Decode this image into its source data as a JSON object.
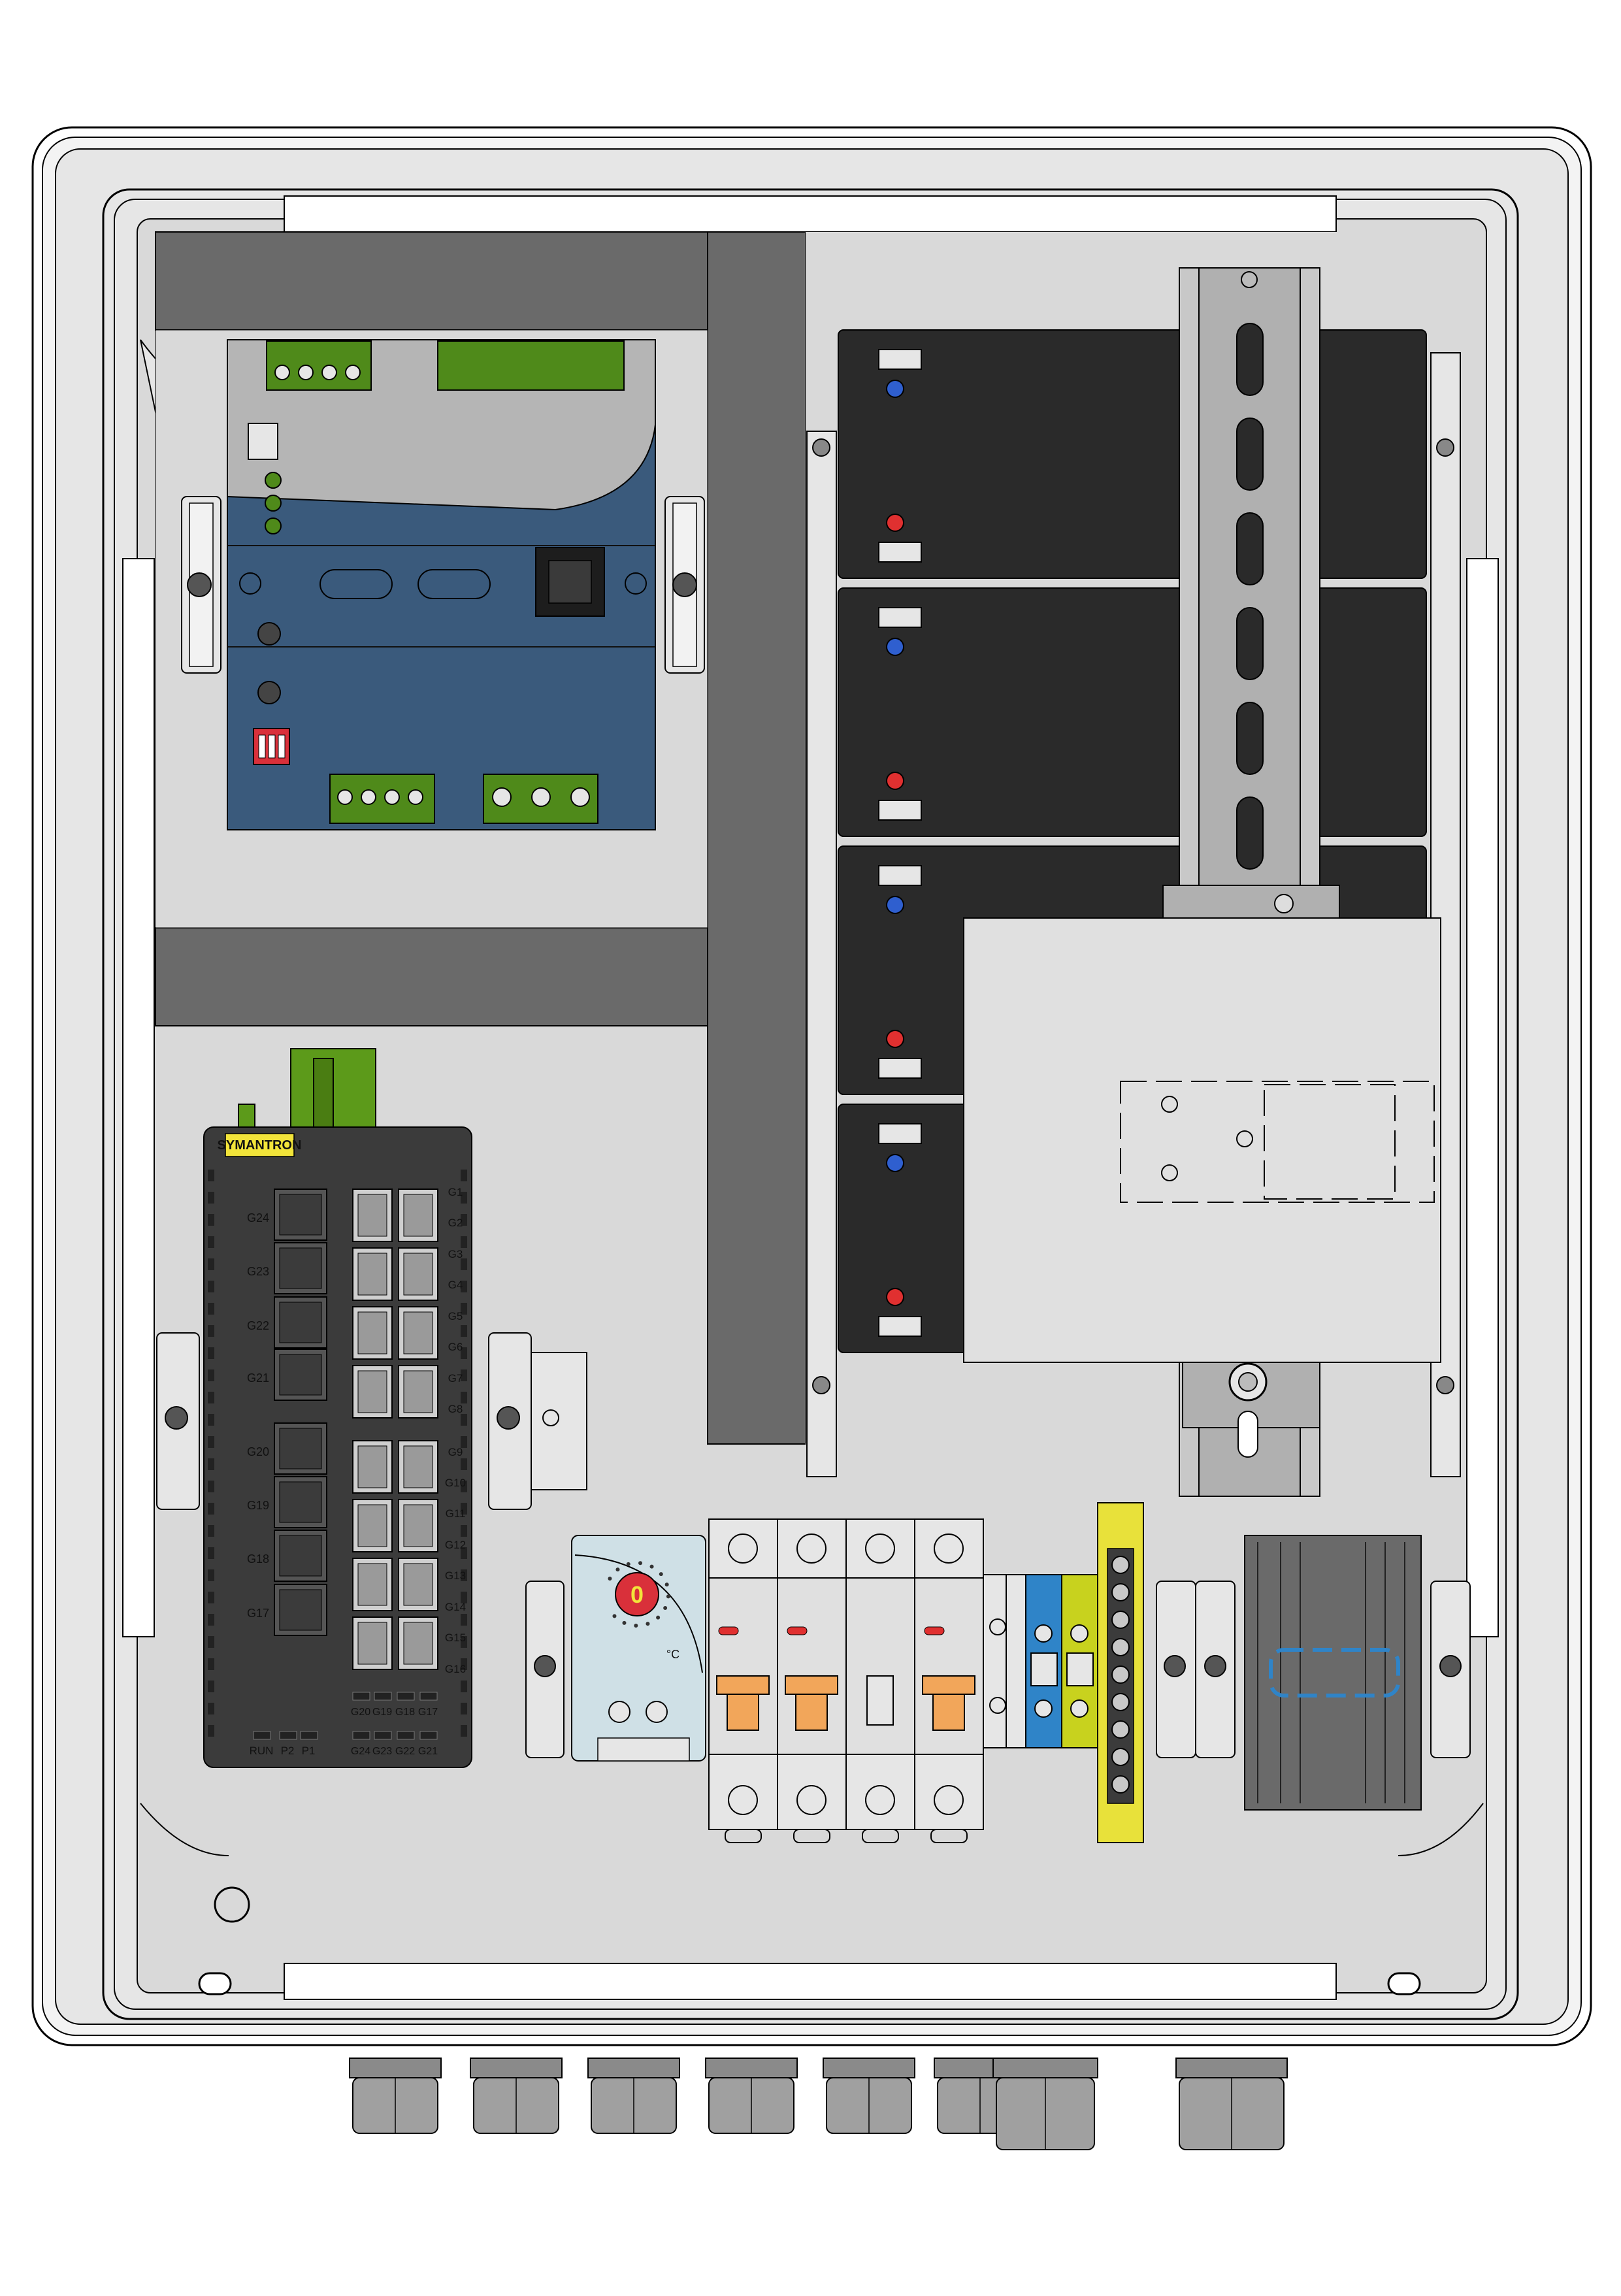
{
  "switch": {
    "brand": "SYMANTRON",
    "ports_left": [
      "G24",
      "G23",
      "G22",
      "G21",
      "G20",
      "G19",
      "G18",
      "G17"
    ],
    "ports_right": [
      "G1",
      "G2",
      "G3",
      "G4",
      "G5",
      "G6",
      "G7",
      "G8",
      "G9",
      "G10",
      "G11",
      "G12",
      "G13",
      "G14",
      "G15",
      "G16"
    ],
    "leds_status": [
      "RUN",
      "P2",
      "P1"
    ],
    "leds_top_row": [
      "G20",
      "G19",
      "G18",
      "G17"
    ],
    "leds_bottom_row": [
      "G24",
      "G23",
      "G22",
      "G21"
    ]
  },
  "thermostat": {
    "dial_value": "0",
    "unit": "°C"
  },
  "colors": {
    "enclosure": "#e6e6e6",
    "mounting_plate": "#d9d9d9",
    "cable_duct": "#6a6a6a",
    "psu_body": "#3a5a7c",
    "terminal_green": "#4f8a1a",
    "battery": "#2a2a2a",
    "switch_body": "#3b3b3b",
    "breaker_toggle": "#f2a65a",
    "terminal_blue": "#2f84c8",
    "terminal_yellow_green": "#c8d21e"
  }
}
